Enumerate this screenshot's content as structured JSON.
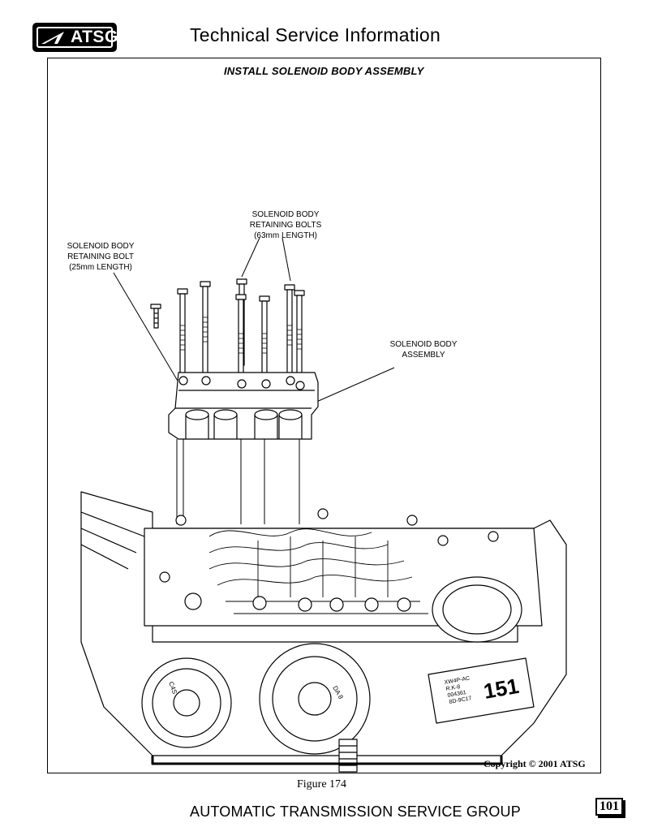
{
  "header": {
    "logo_text": "ATSG",
    "title": "Technical Service Information"
  },
  "figure": {
    "title": "INSTALL SOLENOID BODY ASSEMBLY",
    "callouts": [
      {
        "lines": [
          "SOLENOID BODY",
          "RETAINING BOLTS",
          "(63mm LENGTH)"
        ]
      },
      {
        "lines": [
          "SOLENOID BODY",
          "RETAINING BOLT",
          "(25mm LENGTH)"
        ]
      },
      {
        "lines": [
          "SOLENOID BODY",
          "ASSEMBLY"
        ]
      }
    ],
    "copyright": "Copyright © 2001 ATSG",
    "caption": "Figure 174",
    "part_labels": {
      "tag_number": "151",
      "tag_line1": "XW4P-AC",
      "tag_line2": "R.K-8",
      "tag_line3": "004361",
      "tag_line4": "8D-9C17",
      "servo_left": "C4S",
      "servo_right": "DA 8"
    }
  },
  "footer": {
    "title": "AUTOMATIC TRANSMISSION SERVICE GROUP",
    "page_number": "101"
  }
}
